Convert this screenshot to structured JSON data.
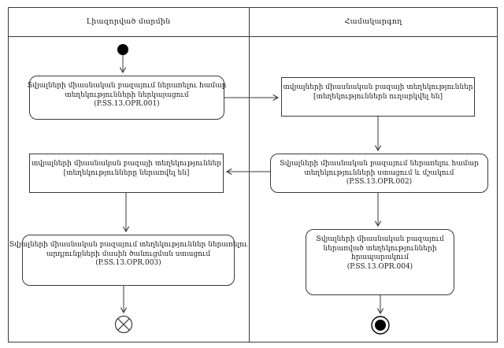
{
  "diagram": {
    "lanes": [
      {
        "label": "Լիազորված մարմին"
      },
      {
        "label": "Համակարգող"
      }
    ],
    "boxes": {
      "box1": {
        "type": "action",
        "lines": [
          "Տվյալների միասնական բազայում ներառելու համար",
          "տեղեկությունների ներկայացում",
          "(P.SS.13.OPR.001)"
        ]
      },
      "box2": {
        "type": "object",
        "lines": [
          "տվյալների միասնական բազայի տեղեկություններ",
          "[տեղեկություններն ուղարկվել են]"
        ]
      },
      "box3": {
        "type": "action",
        "lines": [
          "Տվյալների միասնական բազայում ներառելու համար",
          "տեղեկությունների ստացում և մշակում",
          "(P.SS.13.OPR.002)"
        ]
      },
      "box4": {
        "type": "object",
        "lines": [
          "տվյալների միասնական բազայի տեղեկություններ",
          "[տեղեկությունները ներառվել են]"
        ]
      },
      "box5": {
        "type": "action",
        "lines": [
          "Տվյալների միասնական բազայում տեղեկություններ ներառելու",
          "արդյունքների մասին ծանուցման ստացում",
          "(P.SS.13.OPR.003)"
        ]
      },
      "box6": {
        "type": "action",
        "lines": [
          "Տվյալների միասնական բազայում",
          "ներառված տեղեկությունների",
          "հրապարակում",
          "(P.SS.13.OPR.004)"
        ]
      }
    },
    "icons": {
      "start": "initial-node-icon",
      "flow_final": "flow-final-icon",
      "activity_final": "activity-final-icon"
    },
    "colors": {
      "line": "#3a3a3a",
      "node_fill": "#000000",
      "background": "#ffffff"
    }
  }
}
